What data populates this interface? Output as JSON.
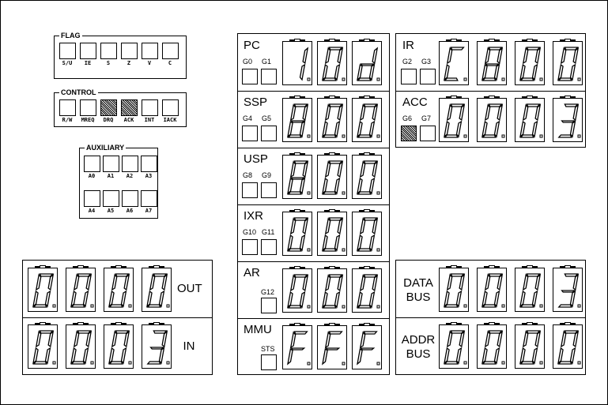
{
  "flag": {
    "title": "FLAG",
    "labels": [
      "S/U",
      "IE",
      "S",
      "Z",
      "V",
      "C"
    ],
    "states": [
      0,
      0,
      0,
      0,
      0,
      0
    ]
  },
  "control": {
    "title": "CONTROL",
    "labels": [
      "R/W",
      "MREQ",
      "DRQ",
      "ACK",
      "INT",
      "IACK"
    ],
    "states": [
      0,
      0,
      1,
      1,
      0,
      0
    ]
  },
  "auxiliary": {
    "title": "AUXILIARY",
    "labels": [
      "A0",
      "A1",
      "A2",
      "A3",
      "A4",
      "A5",
      "A6",
      "A7"
    ],
    "states": [
      0,
      0,
      0,
      0,
      0,
      0,
      0,
      0
    ]
  },
  "io": {
    "out": {
      "label": "OUT",
      "digits": [
        "0",
        "0",
        "0",
        "0"
      ]
    },
    "in": {
      "label": "IN",
      "digits": [
        "0",
        "0",
        "0",
        "3"
      ]
    }
  },
  "registers": [
    {
      "name": "PC",
      "gates": [
        "G0",
        "G1"
      ],
      "gate_states": [
        0,
        0
      ],
      "digits": [
        "1",
        "0",
        "d"
      ]
    },
    {
      "name": "SSP",
      "gates": [
        "G4",
        "G5"
      ],
      "gate_states": [
        0,
        0
      ],
      "digits": [
        "8",
        "0",
        "0"
      ]
    },
    {
      "name": "USP",
      "gates": [
        "G8",
        "G9"
      ],
      "gate_states": [
        0,
        0
      ],
      "digits": [
        "8",
        "0",
        "0"
      ]
    },
    {
      "name": "IXR",
      "gates": [
        "G10",
        "G11"
      ],
      "gate_states": [
        0,
        0
      ],
      "digits": [
        "0",
        "0",
        "0"
      ]
    },
    {
      "name": "AR",
      "gates": [
        "G12"
      ],
      "gate_states": [
        0
      ],
      "digits": [
        "0",
        "0",
        "0"
      ]
    },
    {
      "name": "MMU",
      "gates": [
        "STS"
      ],
      "gate_states": [
        0
      ],
      "digits": [
        "F",
        "F",
        "F"
      ]
    }
  ],
  "right_registers": [
    {
      "name": "IR",
      "gates": [
        "G2",
        "G3"
      ],
      "gate_states": [
        0,
        0
      ],
      "digits": [
        "C",
        "8",
        "0",
        "0"
      ]
    },
    {
      "name": "ACC",
      "gates": [
        "G6",
        "G7"
      ],
      "gate_states": [
        1,
        0
      ],
      "digits": [
        "0",
        "0",
        "0",
        "3"
      ]
    }
  ],
  "bus": {
    "data": {
      "label1": "DATA",
      "label2": "BUS",
      "digits": [
        "0",
        "0",
        "0",
        "3"
      ]
    },
    "addr": {
      "label1": "ADDR",
      "label2": "BUS",
      "digits": [
        "0",
        "0",
        "0",
        "0"
      ]
    }
  }
}
